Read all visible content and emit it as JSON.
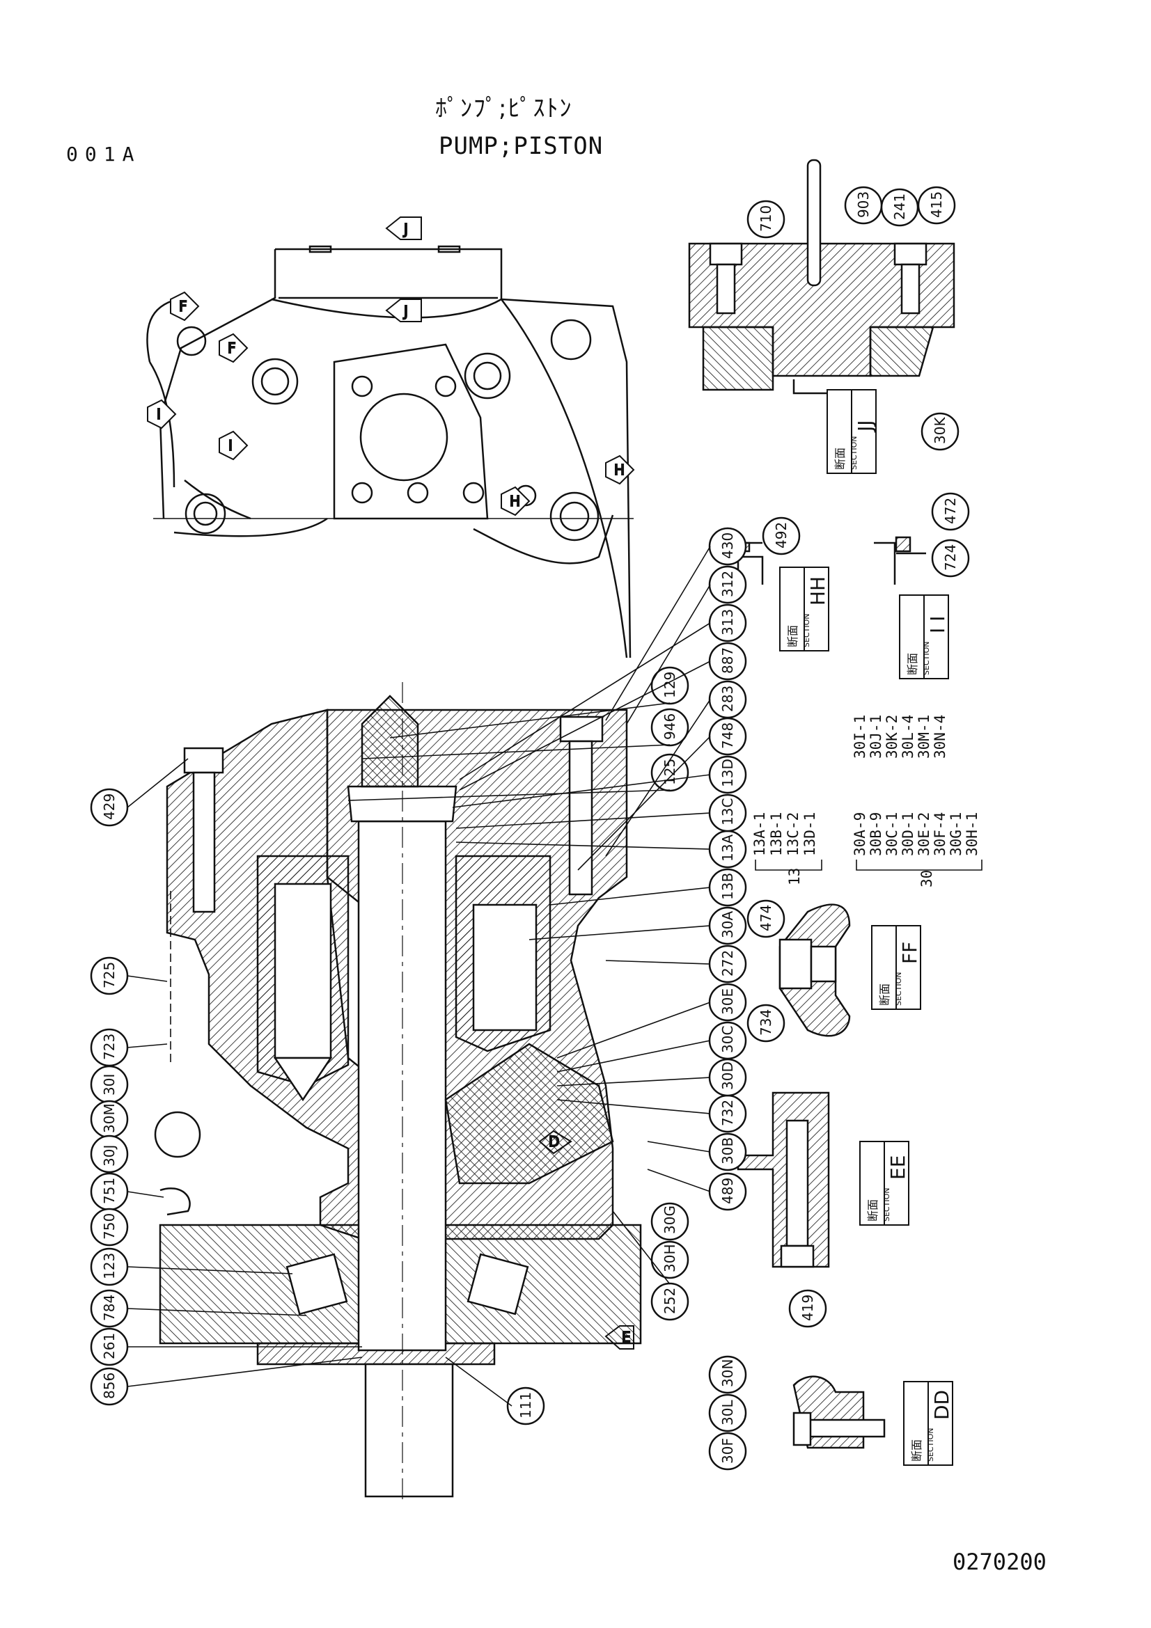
{
  "header": {
    "title_jp": "ﾎﾟﾝﾌﾟ;ﾋﾟｽﾄﾝ",
    "title_en": "PUMP;PISTON",
    "page_code": "001A"
  },
  "footer": {
    "doc_number": "0270200"
  },
  "callouts": {
    "main": [
      "129",
      "946",
      "125",
      "429",
      "725",
      "723",
      "30I",
      "30M",
      "30J",
      "751",
      "750",
      "123",
      "784",
      "261",
      "856",
      "111",
      "252",
      "30H",
      "30G",
      "489",
      "30B",
      "732",
      "30D",
      "30C",
      "30E",
      "272",
      "30A",
      "13B",
      "13A",
      "13C",
      "13D",
      "748",
      "283",
      "887",
      "313",
      "312",
      "430"
    ],
    "jj": [
      "710",
      "903",
      "241",
      "415",
      "30K"
    ],
    "hh": [
      "492"
    ],
    "ii": [
      "472",
      "724"
    ],
    "ff": [
      "474",
      "734"
    ],
    "ee": [
      "419"
    ],
    "dd": [
      "30N",
      "30L",
      "30F"
    ]
  },
  "sections": {
    "label_jp": "断面",
    "label_en": "SECTION",
    "jj": "JJ",
    "hh": "HH",
    "ii": "I I",
    "ff": "FF",
    "ee": "EE",
    "dd": "DD"
  },
  "view_arrows": [
    "J",
    "J",
    "F",
    "F",
    "I",
    "I",
    "H",
    "H",
    "D",
    "D",
    "E"
  ],
  "parts_table": {
    "group13": {
      "group": "13",
      "items": [
        "13A-1",
        "13B-1",
        "13C-2",
        "13D-1"
      ]
    },
    "group30": {
      "group": "30",
      "items": [
        "30A-9",
        "30B-9",
        "30C-1",
        "30D-1",
        "30E-2",
        "30F-4",
        "30G-1",
        "30H-1",
        "30I-1",
        "30J-1",
        "30K-2",
        "30L-4",
        "30M-1",
        "30N-4"
      ]
    }
  }
}
